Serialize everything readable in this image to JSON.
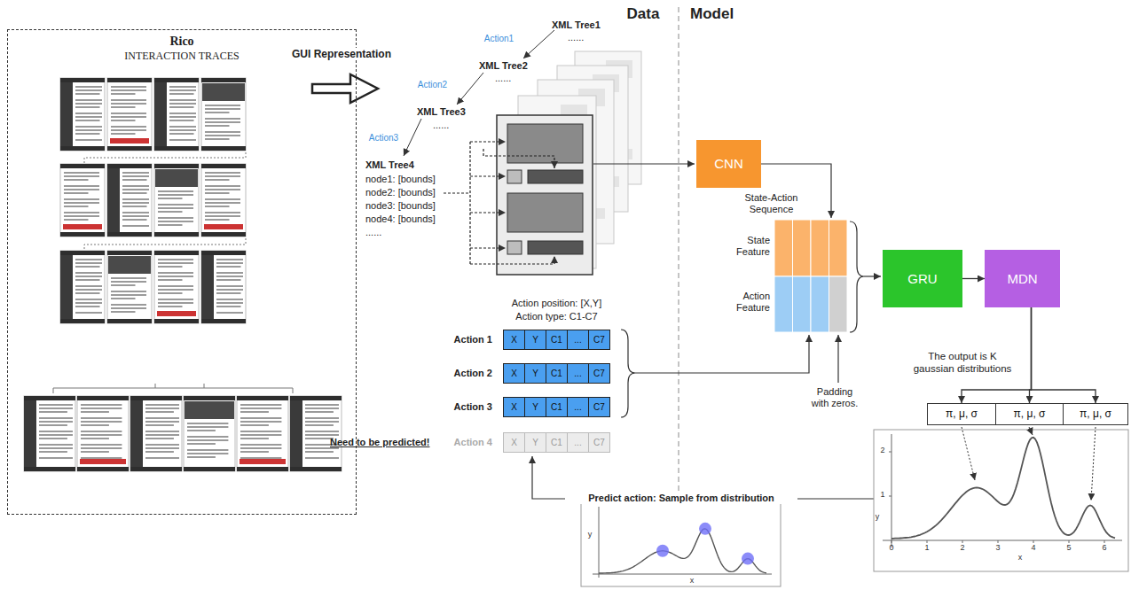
{
  "diagram": {
    "nodes": [
      {
        "text": [
          "Rico",
          "INTERACTION TRACES"
        ]
      },
      {
        "text": [
          "CNN"
        ]
      },
      {
        "text": [
          "GRU"
        ]
      },
      {
        "text": [
          "MDN"
        ]
      },
      {
        "text": [
          "π, μ, σ"
        ]
      },
      {
        "text": [
          "π, μ, σ"
        ]
      },
      {
        "text": [
          "π, μ, σ"
        ]
      },
      {
        "text": [
          "X"
        ]
      },
      {
        "text": [
          "Y"
        ]
      },
      {
        "text": [
          "C1"
        ]
      },
      {
        "text": [
          "..."
        ]
      },
      {
        "text": [
          "C7"
        ]
      },
      {
        "text": [
          "X"
        ]
      },
      {
        "text": [
          "Y"
        ]
      },
      {
        "text": [
          "C1"
        ]
      },
      {
        "text": [
          "..."
        ]
      },
      {
        "text": [
          "C7"
        ]
      },
      {
        "text": [
          "X"
        ]
      },
      {
        "text": [
          "Y"
        ]
      },
      {
        "text": [
          "C1"
        ]
      },
      {
        "text": [
          "..."
        ]
      },
      {
        "text": [
          "C7"
        ]
      },
      {
        "text": [
          "X"
        ]
      },
      {
        "text": [
          "Y"
        ]
      },
      {
        "text": [
          "C1"
        ]
      },
      {
        "text": [
          "..."
        ]
      },
      {
        "text": [
          "C7"
        ]
      }
    ],
    "edges": [
      {
        "from": 2,
        "to": 3,
        "arrow": "to"
      },
      {
        "from": 3,
        "to": 4,
        "arrow": "to"
      },
      {
        "from": 3,
        "to": 5,
        "arrow": "to"
      },
      {
        "from": 3,
        "to": 6,
        "arrow": "to"
      }
    ],
    "labels": [
      "Data",
      "Model",
      "GUI Representation",
      "Action1",
      "XML Tree1",
      "......",
      "Action2",
      "XML Tree2",
      "......",
      "Action3",
      "XML Tree3",
      "......",
      "XML Tree4",
      "node1: [bounds]",
      "node2: [bounds]",
      "node3: [bounds]",
      "node4: [bounds]",
      "......",
      "State-Action Sequence",
      "State Feature",
      "Action Feature",
      "Padding with zeros.",
      "The output is K gaussian distributions",
      "Action position: [X,Y]",
      "Action type: C1-C7",
      "Action 1",
      "Action 2",
      "Action 3",
      "Need to be predicted!",
      "Action 4",
      "Predict action: Sample from distribution",
      "y",
      "x",
      "0",
      "1",
      "2",
      "3",
      "4",
      "5",
      "6",
      "1",
      "2",
      "y",
      "x"
    ]
  }
}
